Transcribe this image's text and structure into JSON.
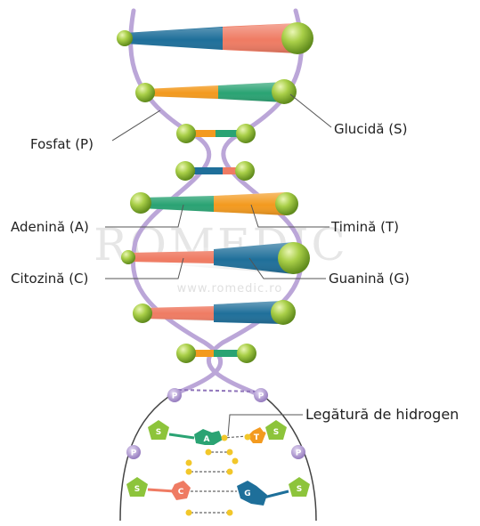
{
  "watermark": {
    "brand": "ROMEDIC",
    "url": "www.romedic.ro"
  },
  "labels": {
    "phosphate": "Fosfat (P)",
    "sugar": "Glucidă (S)",
    "adenine": "Adenină (A)",
    "thymine": "Timină (T)",
    "cytosine": "Citozină (C)",
    "guanine": "Guanină (G)",
    "hydrogen_bond": "Legătură de hidrogen"
  },
  "molecule_tags": {
    "phosphate": "P",
    "sugar": "S",
    "adenine": "A",
    "thymine": "T",
    "cytosine": "C",
    "guanine": "G"
  },
  "colors": {
    "backbone": "#b9a5d6",
    "sugar_ball": "#9cc23e",
    "adenine": "#2aa373",
    "thymine": "#f39a1f",
    "cytosine": "#ef7b63",
    "guanine": "#1e6f9a",
    "hydrogen": "#f2c72a",
    "phosphate_node": "#a78cc9"
  }
}
